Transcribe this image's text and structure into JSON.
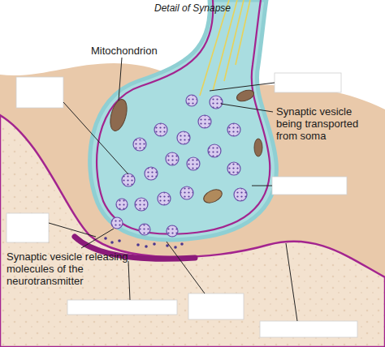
{
  "diagram": {
    "title": "Detail of Synapse",
    "labels": [
      "Mitochondrion",
      "Synaptic vesicle being transported from soma",
      "Synaptic vesicle releasing molecules of the neurotransmitter"
    ]
  }
}
